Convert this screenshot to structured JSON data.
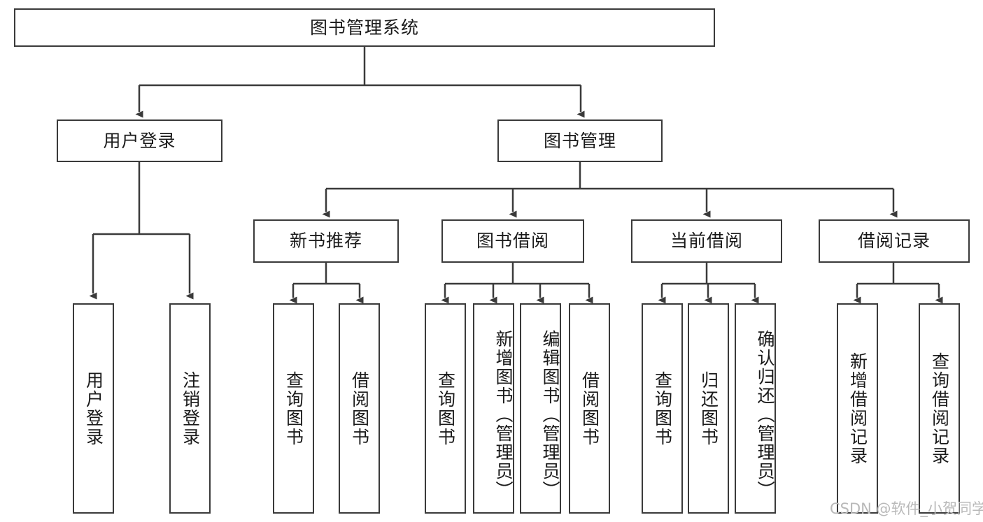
{
  "diagram": {
    "title": "图书管理系统",
    "type": "tree",
    "root": {
      "id": "root",
      "label": "图书管理系统"
    },
    "level2": [
      {
        "id": "user-login",
        "label": "用户登录"
      },
      {
        "id": "book-manage",
        "label": "图书管理"
      }
    ],
    "level3": [
      {
        "id": "new-book-recommend",
        "label": "新书推荐",
        "parent": "book-manage"
      },
      {
        "id": "book-borrow",
        "label": "图书借阅",
        "parent": "book-manage"
      },
      {
        "id": "current-borrow",
        "label": "当前借阅",
        "parent": "book-manage"
      },
      {
        "id": "borrow-record",
        "label": "借阅记录",
        "parent": "book-manage"
      }
    ],
    "leaves": [
      {
        "id": "leaf-user-login",
        "label": "用户登录",
        "parent": "user-login"
      },
      {
        "id": "leaf-user-logout",
        "label": "注销登录",
        "parent": "user-login"
      },
      {
        "id": "leaf-query-book-1",
        "label": "查询图书",
        "parent": "new-book-recommend"
      },
      {
        "id": "leaf-borrow-book-1",
        "label": "借阅图书",
        "parent": "new-book-recommend"
      },
      {
        "id": "leaf-query-book-2",
        "label": "查询图书",
        "parent": "book-borrow"
      },
      {
        "id": "leaf-add-book",
        "label": "新增图书（管理员）",
        "parent": "book-borrow"
      },
      {
        "id": "leaf-edit-book",
        "label": "编辑图书（管理员）",
        "parent": "book-borrow"
      },
      {
        "id": "leaf-borrow-book-2",
        "label": "借阅图书",
        "parent": "book-borrow"
      },
      {
        "id": "leaf-query-book-3",
        "label": "查询图书",
        "parent": "current-borrow"
      },
      {
        "id": "leaf-return-book",
        "label": "归还图书",
        "parent": "current-borrow"
      },
      {
        "id": "leaf-confirm-return",
        "label": "确认归还（管理员）",
        "parent": "current-borrow"
      },
      {
        "id": "leaf-add-record",
        "label": "新增借阅记录",
        "parent": "borrow-record"
      },
      {
        "id": "leaf-query-record",
        "label": "查询借阅记录",
        "parent": "borrow-record"
      }
    ],
    "colors": {
      "stroke": "#3a3a3a",
      "background": "#ffffff",
      "text": "#1a1a1a",
      "watermark": "#b9b9b9"
    }
  },
  "watermark": {
    "text": "CSDN @软件_小贺同学"
  }
}
